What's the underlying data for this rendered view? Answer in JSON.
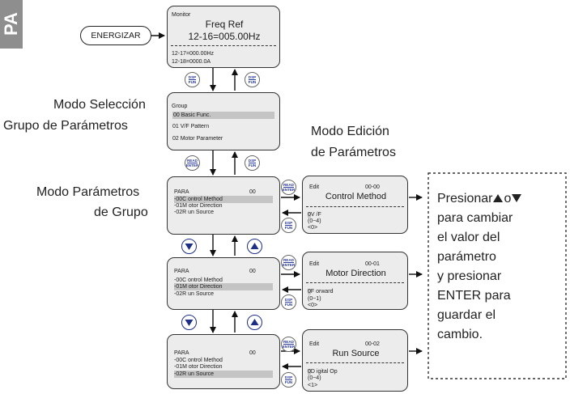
{
  "side_tab": {
    "text": "PA"
  },
  "start_button": {
    "label": "ENERGIZAR"
  },
  "monitor": {
    "title": "Monitor",
    "line1": "Freq Ref",
    "line2": "12-16=005.00Hz",
    "sub1": "12-17=000.00Hz",
    "sub2": "12-18=0000.0A"
  },
  "group_screen": {
    "title": "Group",
    "items": [
      "00 Basic Func.",
      "01  V/F Pattern",
      "02 Motor Parameter"
    ]
  },
  "labels": {
    "group_mode": [
      "Modo Selección",
      "Grupo de Parámetros"
    ],
    "edit_mode": [
      "Modo Edición",
      "de Parámetros"
    ],
    "param_mode": [
      "Modo Parámetros",
      "de Grupo"
    ]
  },
  "keys": {
    "dsp": [
      "DSP",
      "FUN"
    ],
    "read": [
      "READ",
      "ENTER"
    ]
  },
  "para_screens": [
    {
      "title": "PARA",
      "group": "00",
      "items": [
        "-00C ontrol Method",
        "-01M otor Direction",
        "-02R un Source"
      ]
    },
    {
      "title": "PARA",
      "group": "00",
      "items": [
        "-00C ontrol Method",
        "-01M otor Direction",
        "-02R un Source"
      ]
    },
    {
      "title": "PARA",
      "group": "00",
      "items": [
        "-00C ontrol Method",
        "-01M otor Direction",
        "-02R un Source"
      ]
    }
  ],
  "edit_screens": [
    {
      "title": "Edit",
      "code": "00-00",
      "name": "Control Method",
      "value_first": "0",
      "value_rest": "V /F",
      "range": "(0~4)",
      "default": "<0>"
    },
    {
      "title": "Edit",
      "code": "00-01",
      "name": "Motor Direction",
      "value_first": "0",
      "value_rest": "F orward",
      "range": "(0~1)",
      "default": "<0>"
    },
    {
      "title": "Edit",
      "code": "00-02",
      "name": "Run Source",
      "value_first": "0",
      "value_rest": "D igital Op",
      "range": "(0~4)",
      "default": "<1>"
    }
  ],
  "instructions": {
    "line1_prefix": "Presionar",
    "line1_mid": "o",
    "lines": [
      "para cambiar",
      "el valor del",
      "parámetro",
      "y presionar",
      "ENTER para",
      "guardar el",
      "cambio."
    ]
  },
  "colors": {
    "accent_blue": "#1e2f86",
    "screen_bg": "#ececec",
    "highlight": "#c4c4c4",
    "tab_gray": "#8e8e8e"
  }
}
